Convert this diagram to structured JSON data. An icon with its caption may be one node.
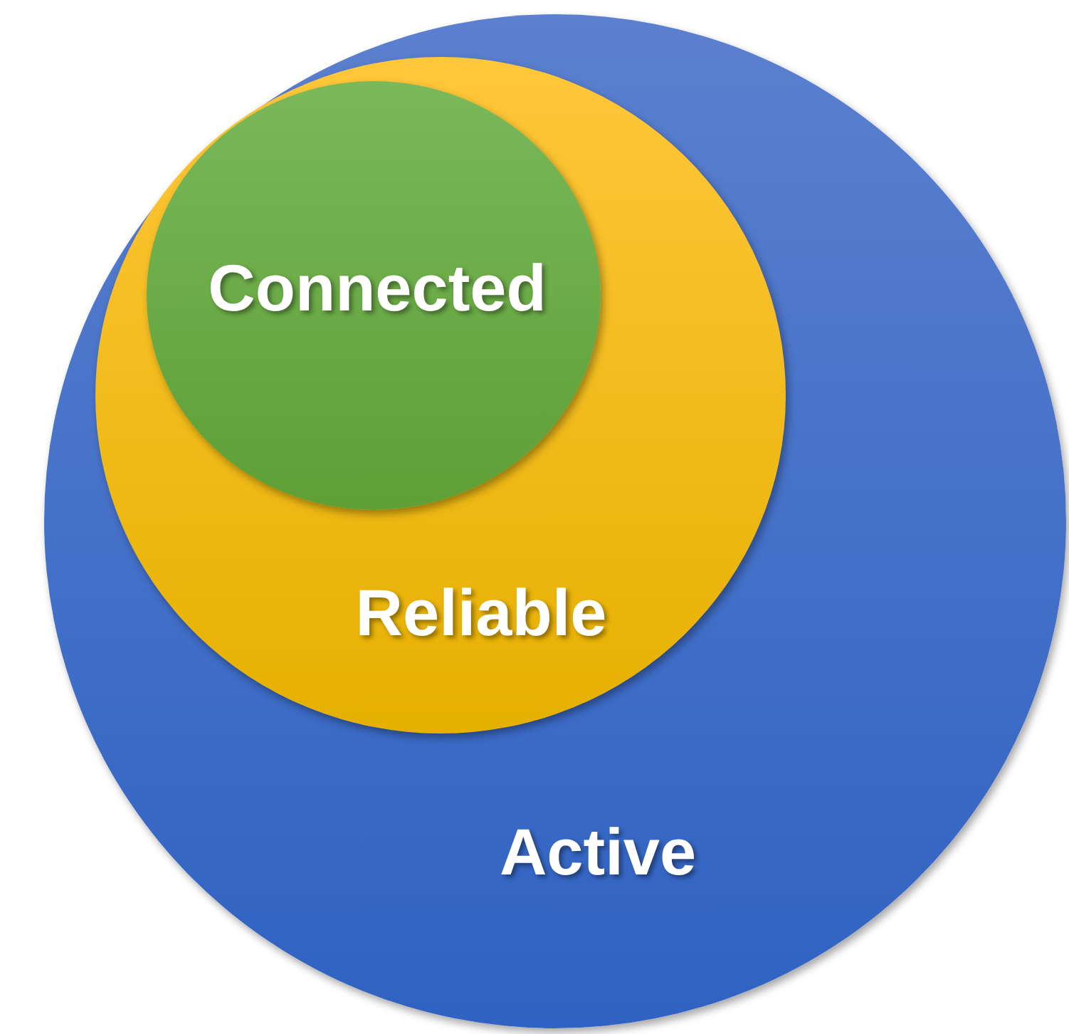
{
  "diagram": {
    "nodes": [
      {
        "text": [
          "Active"
        ]
      },
      {
        "text": [
          "Reliable"
        ],
        "in": 0
      },
      {
        "text": [
          "Connected"
        ],
        "in": 1
      }
    ]
  }
}
